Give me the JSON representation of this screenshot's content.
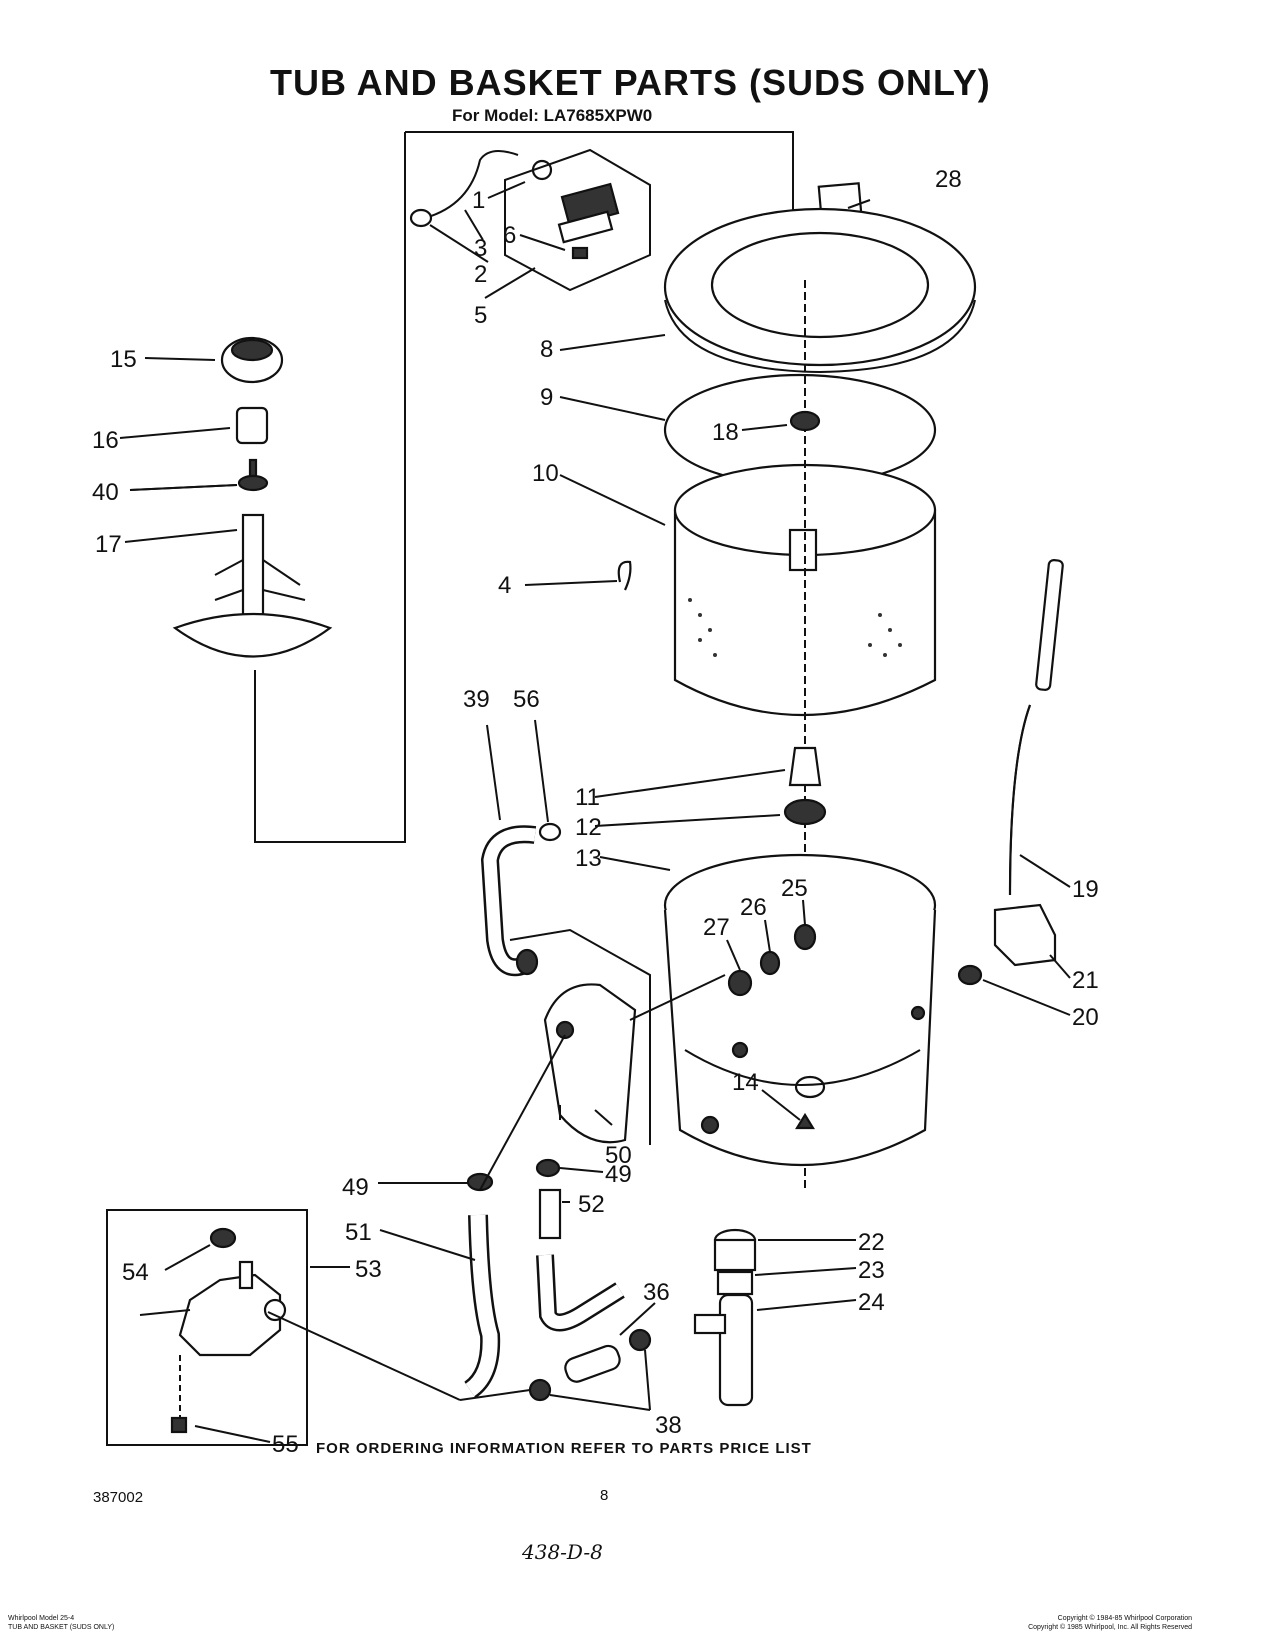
{
  "header": {
    "title": "TUB AND BASKET PARTS (SUDS ONLY)",
    "model": "For Model: LA7685XPW0"
  },
  "labels": [
    "1",
    "2",
    "3",
    "4",
    "5",
    "6",
    "8",
    "9",
    "10",
    "11",
    "12",
    "13",
    "14",
    "15",
    "16",
    "17",
    "18",
    "19",
    "20",
    "21",
    "22",
    "23",
    "24",
    "25",
    "26",
    "27",
    "28",
    "36",
    "38",
    "39",
    "40",
    "49",
    "49",
    "50",
    "51",
    "52",
    "53",
    "54",
    "55",
    "56"
  ],
  "footer": {
    "ordering_note": "FOR ORDERING INFORMATION REFER TO PARTS PRICE LIST",
    "doc_number": "387002",
    "page_number": "8",
    "handwritten": "438-D-8",
    "fine_print_left": [
      "Whirlpool Model 25-4",
      "TUB AND BASKET (SUDS ONLY)"
    ],
    "fine_print_right": [
      "Copyright © 1984-85 Whirlpool Corporation",
      "Copyright © 1985 Whirlpool, Inc. All Rights Reserved"
    ]
  }
}
